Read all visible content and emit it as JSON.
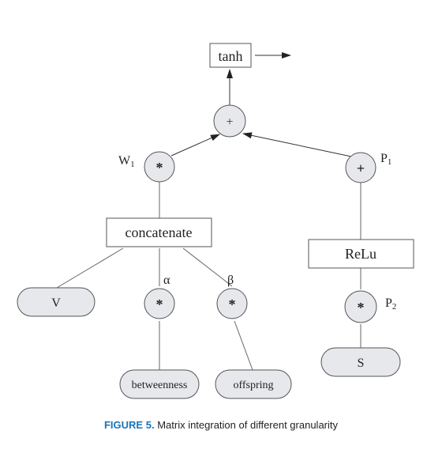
{
  "diagram": {
    "nodes": {
      "tanh": "tanh",
      "sum_top": "+",
      "mult_w1": "*",
      "label_w1_base": "W",
      "label_w1_sub": "1",
      "plus_p1": "+",
      "label_p1_base": "P",
      "label_p1_sub": "1",
      "concatenate": "concatenate",
      "relu": "ReLu",
      "v": "V",
      "mult_alpha": "*",
      "label_alpha": "α",
      "mult_beta": "*",
      "label_beta": "β",
      "mult_p2": "*",
      "label_p2_base": "P",
      "label_p2_sub": "2",
      "betweenness": "betweenness",
      "offspring": "offspring",
      "s": "S"
    },
    "colors": {
      "node_fill": "#e6e8ec",
      "stroke": "#555555",
      "caption_accent": "#1a73b8"
    }
  },
  "caption": {
    "figure_label": "FIGURE 5.",
    "text": "Matrix integration of different granularity"
  }
}
